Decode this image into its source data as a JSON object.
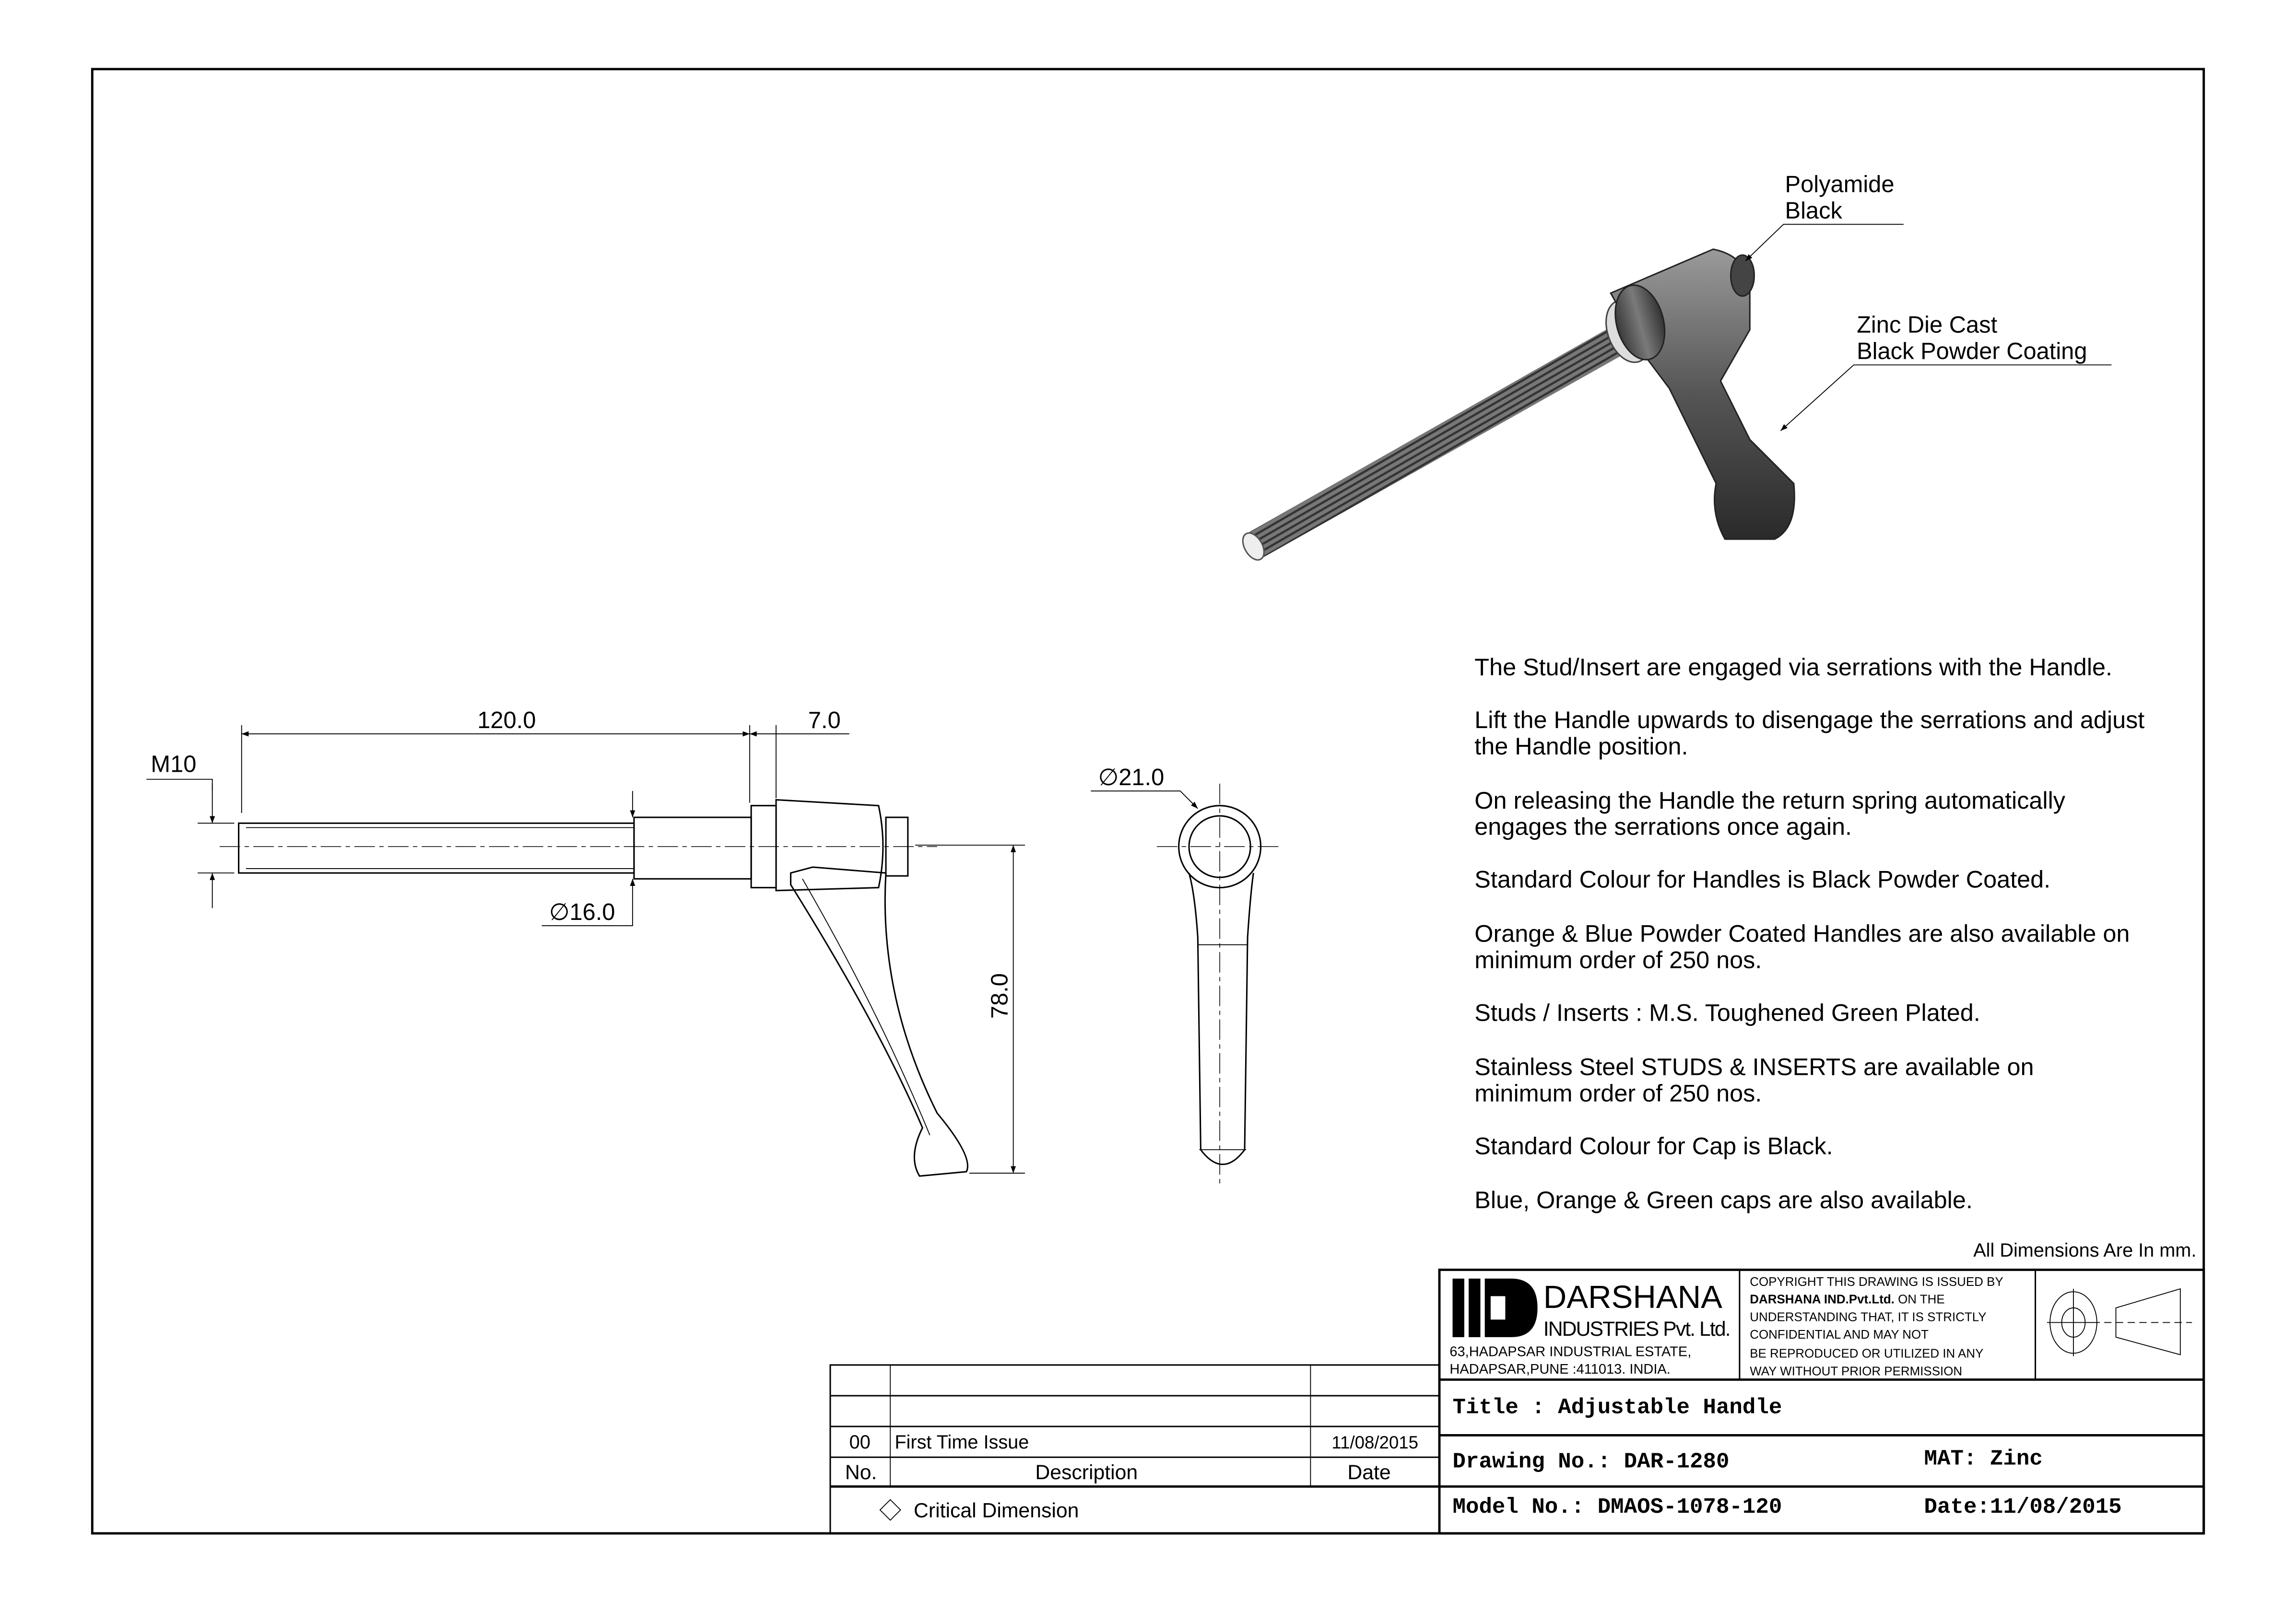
{
  "callouts": {
    "cap": [
      "Polyamide",
      "Black"
    ],
    "handle": [
      "Zinc Die Cast",
      "Black Powder Coating"
    ]
  },
  "notes": [
    [
      "The Stud/Insert are engaged via serrations with the Handle."
    ],
    [
      "Lift the Handle upwards to disengage the serrations and adjust",
      "the Handle position."
    ],
    [
      "On releasing the Handle the return spring automatically",
      "engages the serrations once again."
    ],
    [
      "Standard Colour for Handles is Black Powder Coated."
    ],
    [
      "Orange & Blue Powder Coated Handles are also available on",
      "minimum order of 250 nos."
    ],
    [
      "Studs / Inserts : M.S. Toughened Green Plated."
    ],
    [
      "Stainless Steel STUDS & INSERTS are available on",
      "minimum order of 250 nos."
    ],
    [
      "Standard Colour for Cap is Black."
    ],
    [
      "Blue, Orange & Green caps are also available."
    ]
  ],
  "units_note": "All Dimensions Are In mm.",
  "dimensions": {
    "length": "120.0",
    "collar": "7.0",
    "thread": "M10",
    "bore": "∅16.0",
    "height": "78.0",
    "head_dia": "∅21.0"
  },
  "company": {
    "name": "DARSHANA",
    "sub": "INDUSTRIES Pvt. Ltd.",
    "addr1": "63,HADAPSAR INDUSTRIAL ESTATE,",
    "addr2": "HADAPSAR,PUNE :411013. INDIA."
  },
  "copyright": {
    "l1": "COPYRIGHT THIS DRAWING IS ISSUED BY",
    "l2b": "DARSHANA IND.Pvt.Ltd.",
    "l2": " ON THE",
    "l3": "UNDERSTANDING THAT, IT IS STRICTLY",
    "l4": "CONFIDENTIAL AND MAY NOT",
    "l5": "BE REPRODUCED OR UTILIZED IN ANY",
    "l6": "WAY WITHOUT PRIOR PERMISSION"
  },
  "title_block": {
    "title": "Title :  Adjustable Handle",
    "drawing_no": "Drawing No.: DAR-1280",
    "material": "MAT: Zinc",
    "model_no": "Model No.: DMAOS-1078-120",
    "date": "Date:11/08/2015"
  },
  "revisions": {
    "headers": {
      "no": "No.",
      "description": "Description",
      "date": "Date"
    },
    "rows": [
      {
        "no": "00",
        "description": "First Time Issue",
        "date": "11/08/2015"
      }
    ],
    "critical": "Critical Dimension"
  }
}
